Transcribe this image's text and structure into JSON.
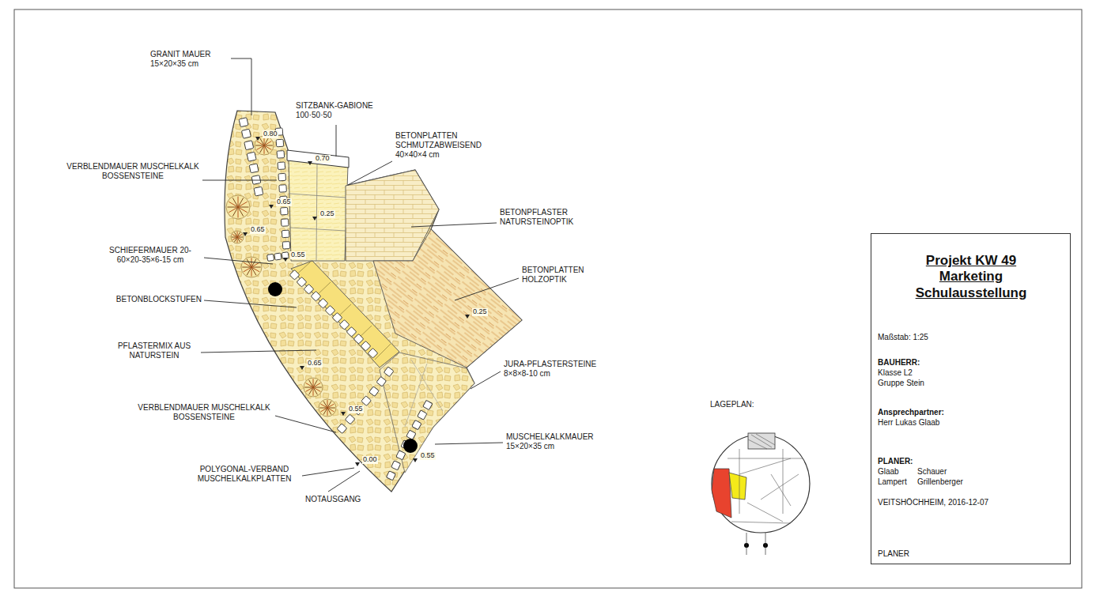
{
  "diagram": {
    "nodes": [
      {
        "text": [
          "Projekt KW 49 Marketing Schulausstellung",
          "Maßstab: 1:25",
          "BAUHERR:",
          "Klasse L2 Gruppe Stein",
          "Ansprechpartner:",
          "Herr Lukas Glaab",
          "PLANER:",
          "Glaab",
          "Schauer",
          "Lampert",
          "Grillenberger",
          "VEITSHÖCHHEIM, 2016-12-07",
          "PLANER"
        ]
      }
    ],
    "edges": [],
    "labels": [
      "GRANIT MAUER 15×20×35 cm",
      "SITZBANK-GABIONE 100·50·50",
      "BETONPLATTEN SCHMUTZABWEISEND 40×40×4 cm",
      "VERBLENDMAUER MUSCHELKALK BOSSENSTEINE",
      "BETONPFLASTER NATURSTEINOPTIK",
      "SCHIEFERMAUER 20-60×20-35×6-15 cm",
      "BETONPLATTEN HOLZOPTIK",
      "BETONBLOCKSTUFEN",
      "PFLASTERMIX AUS NATURSTEIN",
      "JURA-PFLASTERSTEINE 8×8×8-10 cm",
      "VERBLENDMAUER MUSCHELKALK BOSSENSTEINE",
      "MUSCHELKALKMAUER 15×20×35 cm",
      "POLYGONAL-VERBAND MUSCHELKALKPLATTEN",
      "NOTAUSGANG",
      "LAGEPLAN:",
      "0.80",
      "0.70",
      "0.65",
      "0.65",
      "0.25",
      "0.55",
      "0.65",
      "0.55",
      "0.55",
      "0.25",
      "0.00"
    ]
  }
}
